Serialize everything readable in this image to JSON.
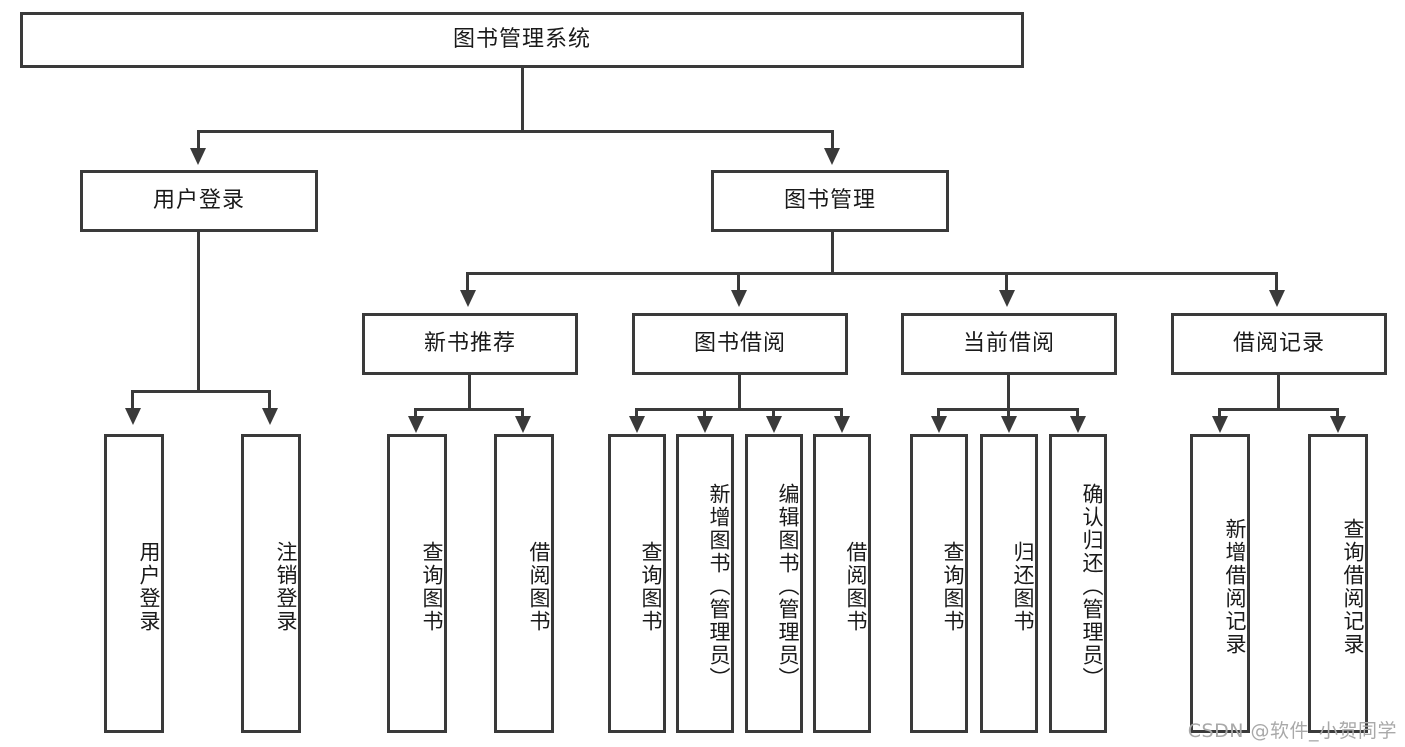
{
  "diagram": {
    "type": "tree-hierarchy-chart",
    "title_node": {
      "label": "图书管理系统"
    },
    "level2": [
      {
        "id": "user-login",
        "label": "用户登录"
      },
      {
        "id": "book-management",
        "label": "图书管理"
      }
    ],
    "level3": [
      {
        "id": "new-book-recommend",
        "label": "新书推荐"
      },
      {
        "id": "book-borrow",
        "label": "图书借阅"
      },
      {
        "id": "current-borrow",
        "label": "当前借阅"
      },
      {
        "id": "borrow-record",
        "label": "借阅记录"
      }
    ],
    "leaves": {
      "user_login": [
        {
          "id": "leaf-user-login",
          "label": "用户登录"
        },
        {
          "id": "leaf-logout-login",
          "label": "注销登录"
        }
      ],
      "new_book_recommend": [
        {
          "id": "leaf-query-book-1",
          "label": "查询图书"
        },
        {
          "id": "leaf-borrow-book-1",
          "label": "借阅图书"
        }
      ],
      "book_borrow": [
        {
          "id": "leaf-query-book-2",
          "label": "查询图书"
        },
        {
          "id": "leaf-add-book",
          "label": "新增图书（管理员）"
        },
        {
          "id": "leaf-edit-book",
          "label": "编辑图书（管理员）"
        },
        {
          "id": "leaf-borrow-book-2",
          "label": "借阅图书"
        }
      ],
      "current_borrow": [
        {
          "id": "leaf-query-book-3",
          "label": "查询图书"
        },
        {
          "id": "leaf-return-book",
          "label": "归还图书"
        },
        {
          "id": "leaf-confirm-return",
          "label": "确认归还（管理员）"
        }
      ],
      "borrow_record": [
        {
          "id": "leaf-add-record",
          "label": "新增借阅记录"
        },
        {
          "id": "leaf-query-record",
          "label": "查询借阅记录"
        }
      ]
    },
    "colors": {
      "stroke": "#3a3a3a",
      "fill": "#ffffff",
      "text": "#1a1a1a",
      "watermark": "#a9a9a9"
    }
  },
  "watermark": {
    "text": "CSDN @软件_小贺同学"
  }
}
